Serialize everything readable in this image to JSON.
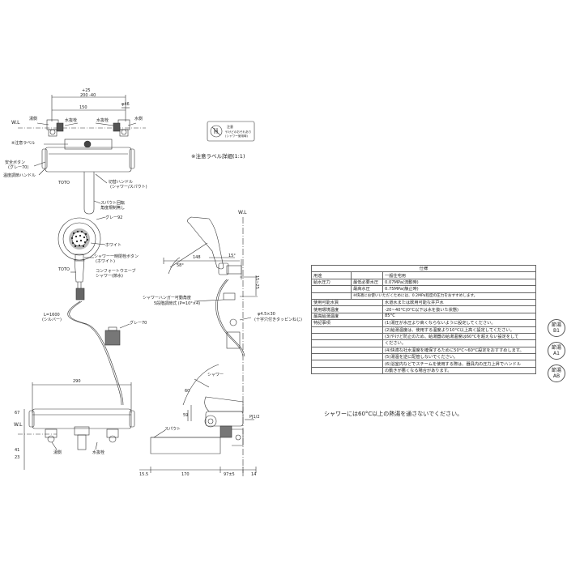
{
  "labels": {
    "wl_left": "W.L",
    "wl_right": "W.L",
    "dim_25": "+25",
    "dim_200_40": "200  -40",
    "dim_150": "150",
    "dim_46": "φ46",
    "yukyo_l": "湯側",
    "mizu_l": "水抜栓",
    "mizu_r": "水抜栓",
    "suikyo": "水側",
    "chui_label": "※注意ラベル",
    "anzen_btn": "安全ボタン",
    "grey70_a": "(グレー70)",
    "ondo_handle": "温度調節ハンドル",
    "toto_a": "TOTO",
    "kirikae_handle": "切替ハンドル",
    "kirikae_sub": "(シャワー/スパウト)",
    "spout_kaiten": "スパウト回転",
    "kakudo_seigen": "角度規制無し",
    "grey92": "グレー92",
    "white": "ホワイト",
    "shower_stop": "シャワー一時閉栓ボタン",
    "shower_stop_sub": "(ホワイト)",
    "toto_b": "TOTO",
    "comfort": "コンフォートウエーブ",
    "comfort_sub": "シャワー(節水)",
    "l1600": "L=1600",
    "silver": "(シルバー)",
    "grey70_b": "グレー70",
    "hanger_1": "シャワーハンガー可動角度",
    "hanger_2": "5段階調節式 (P=10°×4)",
    "screw_1": "φ4.5×30",
    "screw_2": "(十字穴付きタッピンねじ)",
    "shower": "シャワー",
    "spout": "スパウト",
    "pj12": "PJ1/2",
    "yukyo_b": "湯側",
    "mizu_b": "水抜栓",
    "dim_290": "290",
    "dim_155": "15.5",
    "dim_170": "170",
    "dim_97": "97±5",
    "dim_14": "14",
    "dim_148": "148",
    "dim_58": "58°",
    "dim_15deg": "15°",
    "dim_15_25": "15~25",
    "dim_67": "67",
    "dim_41": "41",
    "dim_23": "23",
    "dim_60": "60",
    "dim_59": "59"
  },
  "label_detail": "※注意ラベル詳細(1:1)",
  "caution_label": {
    "title": "注意",
    "line1": "やけどのおそれあり",
    "line2": "(シャワー使用時)"
  },
  "spec_table": {
    "header": "仕様",
    "rows": [
      {
        "c1": "用途",
        "c2": "",
        "c3": "一般住宅用"
      },
      {
        "c1": "給水圧力",
        "c2": "最低必要水圧",
        "c3": "0.07MPa(流動時)"
      },
      {
        "c1": "",
        "c2": "最高水圧",
        "c3": "0.75MPa(静止時)"
      },
      {
        "c1": "",
        "c2": "",
        "c3": "※快適にお使いいただくためには、0.2MPa程度の圧力をおすすめします。"
      },
      {
        "c1": "使用可能水質",
        "c2": "",
        "c3": "水道水または飲用可能な井戸水"
      },
      {
        "c1": "使用環境温度",
        "c2": "",
        "c3": "-20~40°C(0°C以下は水を抜いた状態)"
      },
      {
        "c1": "最高給湯温度",
        "c2": "",
        "c3": "85°C"
      },
      {
        "c1": "特記事項",
        "c2": "",
        "c3": "(1)湯圧が水圧より高くならないように設定してください。"
      },
      {
        "c1": "",
        "c2": "",
        "c3": "(2)給湯温度は、使用する温度より10°C以上高く設定してください。"
      },
      {
        "c1": "",
        "c2": "",
        "c3": "(3)やけど防止のため、給湯器の給湯温度は60°Cを超えない設定をして"
      },
      {
        "c1": "",
        "c2": "",
        "c3": "    ください。"
      },
      {
        "c1": "",
        "c2": "",
        "c3": "(4)快適な社水温度を確保するために50°C~60°C設定をおすすめします。"
      },
      {
        "c1": "",
        "c2": "",
        "c3": "(5)湯温を逆に配管しないでください。"
      },
      {
        "c1": "",
        "c2": "",
        "c3": "(6)浴室内などでスチームを使用する際は、器具内の圧力上昇でハンドル"
      },
      {
        "c1": "",
        "c2": "",
        "c3": "    の動きが悪くなる場合があります。"
      }
    ]
  },
  "shower_note": "シャワーには60°C以上の熱湯を通さないでください。",
  "badges": [
    {
      "line1": "節湯",
      "line2": "B1"
    },
    {
      "line1": "節湯",
      "line2": "A1"
    },
    {
      "line1": "節湯",
      "line2": "AB"
    }
  ]
}
